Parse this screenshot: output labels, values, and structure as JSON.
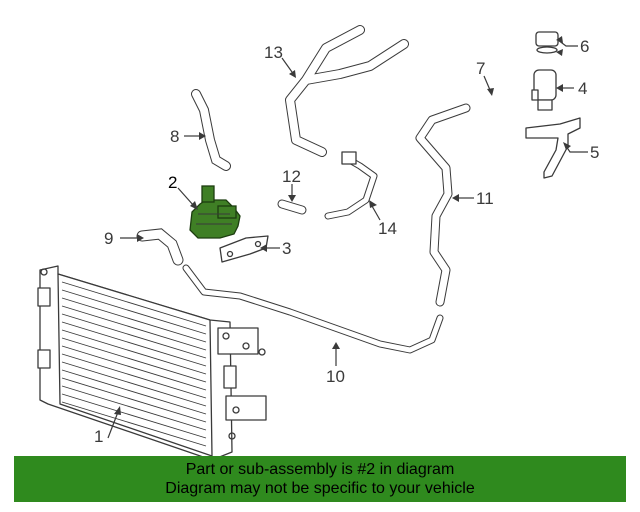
{
  "diagram": {
    "highlight_color": "#3f7f25",
    "callouts": [
      {
        "id": "1",
        "label": "1"
      },
      {
        "id": "2",
        "label": "2",
        "highlighted": true
      },
      {
        "id": "3",
        "label": "3"
      },
      {
        "id": "4",
        "label": "4"
      },
      {
        "id": "5",
        "label": "5"
      },
      {
        "id": "6",
        "label": "6"
      },
      {
        "id": "7",
        "label": "7"
      },
      {
        "id": "8",
        "label": "8"
      },
      {
        "id": "9",
        "label": "9"
      },
      {
        "id": "10",
        "label": "10"
      },
      {
        "id": "11",
        "label": "11"
      },
      {
        "id": "12",
        "label": "12"
      },
      {
        "id": "13",
        "label": "13"
      },
      {
        "id": "14",
        "label": "14"
      }
    ]
  },
  "banner": {
    "line1": "Part or sub-assembly is #2 in diagram",
    "line2": "Diagram may not be specific to your vehicle",
    "background": "#2f8a1e"
  }
}
